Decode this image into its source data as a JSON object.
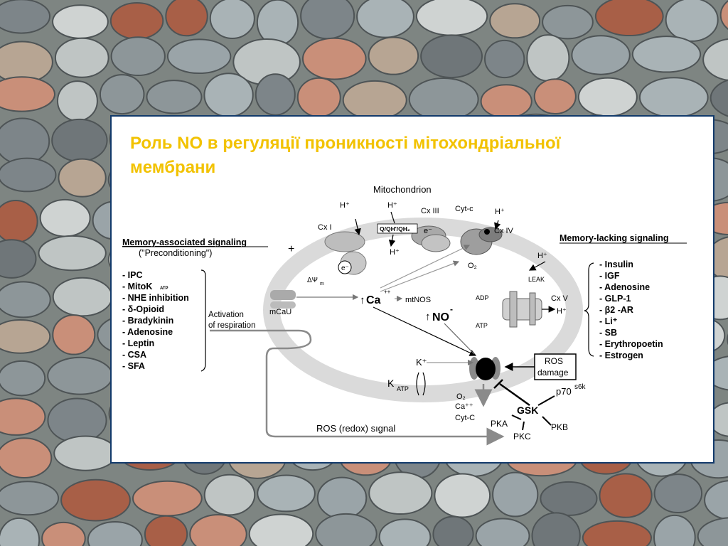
{
  "slide": {
    "title_line1": "Роль NO в регуляції проникності мітохондріальної",
    "title_line2": "мембрани"
  },
  "diagram": {
    "title": "Mitochondrion",
    "left_panel": {
      "header": "Memory-associated signaling",
      "subheader": "(\"Preconditioning\")",
      "plus": "+",
      "items": [
        "- IPC",
        "- MitoK",
        "- NHE inhibition",
        "- δ-Opioid",
        "- Bradykinin",
        "- Adenosine",
        "- Leptin",
        "- CSA",
        "- SFA"
      ],
      "mitok_sub": "ATP",
      "activation_line1": "Activation",
      "activation_line2": "of respiration"
    },
    "right_panel": {
      "header": "Memory-lacking signaling",
      "items": [
        "- Insulin",
        "- IGF",
        "- Adenosine",
        "- GLP-1",
        "- β2 -AR",
        "- Li⁺",
        "- SB",
        "- Erythropoetin",
        "- Estrogen"
      ]
    },
    "labels": {
      "cx1": "Cx I",
      "cx3": "Cx III",
      "cytc_top": "Cyt-c",
      "cx4": "Cx IV",
      "cx5": "Cx V",
      "hplus": "H⁺",
      "q_pool": "Q/QH'/QH₂",
      "electron": "e⁻",
      "o2_label": "O₂",
      "leak": "LEAK",
      "adp": "ADP",
      "atp": "ATP",
      "delta_psi": "ΔΨ",
      "delta_psi_sub": "m",
      "mcau": "mCaU",
      "ca_arrow": "↑",
      "ca": "Ca",
      "ca_sup": "++",
      "mtnos": "mtNOS",
      "no_arrow": "↑",
      "no": "NO",
      "no_sup": "-",
      "kplus": "K⁺",
      "katp_k": "K",
      "katp_sub": "ATP",
      "ros_damage_line1": "ROS",
      "ros_damage_line2": "damage",
      "release_o2": "O₂",
      "release_ca": "Ca⁺⁺",
      "release_cytc": "Cyt-C",
      "p70": "p70",
      "p70_sup": "s6k",
      "gsk": "GSK",
      "pka": "PKA",
      "pkb": "PKB",
      "pkc": "PKC",
      "ros_signal": "ROS (redox) sıgnal"
    }
  },
  "colors": {
    "title_yellow": "#f2c200",
    "panel_border": "#123a6b",
    "membrane_gray": "#d9d9d9",
    "arrow_gray": "#8a8a8a"
  }
}
